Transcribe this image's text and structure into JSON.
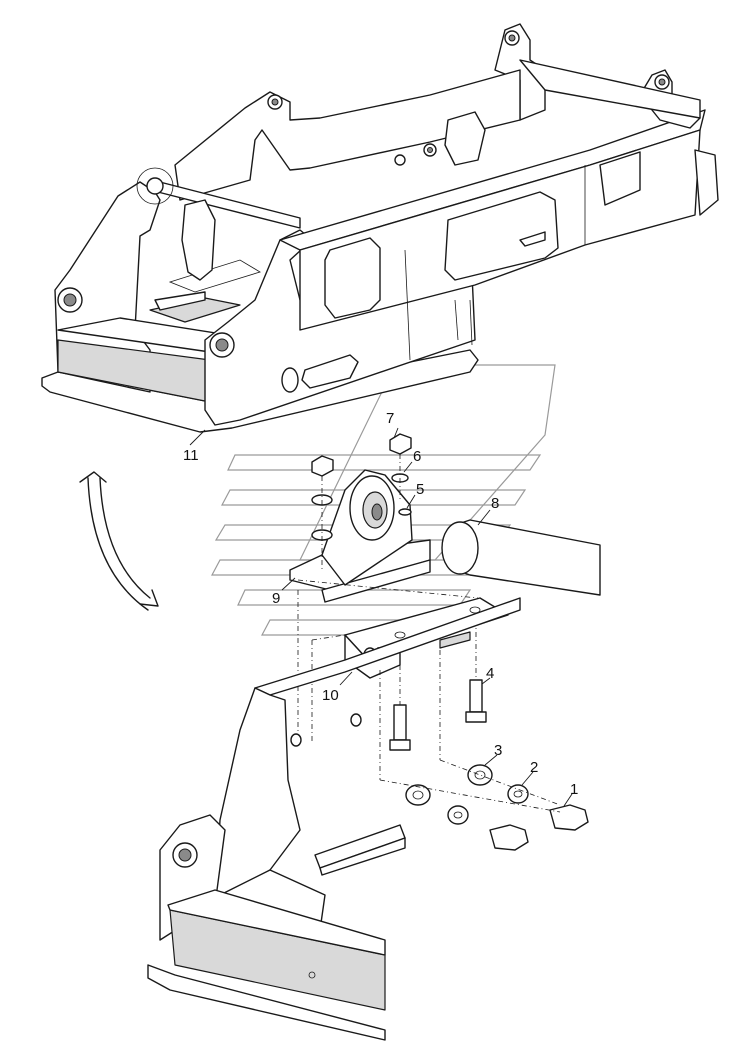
{
  "callouts": [
    {
      "id": "1",
      "label": "1"
    },
    {
      "id": "2",
      "label": "2"
    },
    {
      "id": "3",
      "label": "3"
    },
    {
      "id": "4",
      "label": "4"
    },
    {
      "id": "5",
      "label": "5"
    },
    {
      "id": "6",
      "label": "6"
    },
    {
      "id": "7",
      "label": "7"
    },
    {
      "id": "8",
      "label": "8"
    },
    {
      "id": "9",
      "label": "9"
    },
    {
      "id": "10",
      "label": "10"
    },
    {
      "id": "11",
      "label": "11"
    }
  ],
  "colors": {
    "line": "#1a1a1a",
    "shade": "#d9d9d9",
    "watermark": "#9a9a9a"
  }
}
